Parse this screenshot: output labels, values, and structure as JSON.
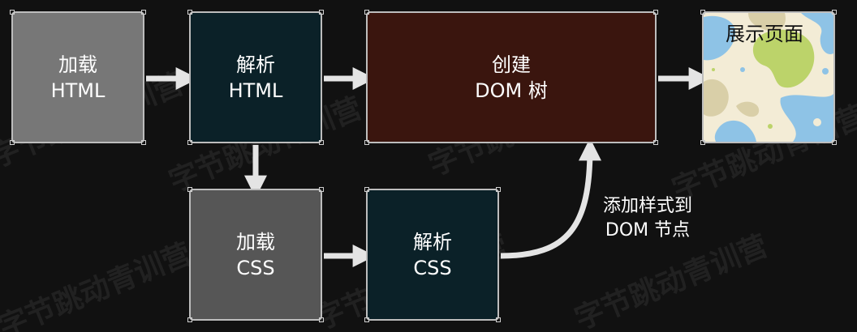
{
  "nodes": {
    "load_html": {
      "line1": "加载",
      "line2": "HTML"
    },
    "parse_html": {
      "line1": "解析",
      "line2": "HTML"
    },
    "create_dom": {
      "line1": "创建",
      "line2": "DOM 树"
    },
    "display_page": {
      "line1": "展示页面"
    },
    "load_css": {
      "line1": "加载",
      "line2": "CSS"
    },
    "parse_css": {
      "line1": "解析",
      "line2": "CSS"
    }
  },
  "edge_label": {
    "line1": "添加样式到",
    "line2": "DOM 节点"
  },
  "watermark": "字节跳动青训营",
  "colors": {
    "background": "#111111",
    "arrow": "#e4e4e4",
    "load_html": "#777777",
    "parse_html": "#0b2128",
    "create_dom": "#3a150e",
    "load_css": "#565656",
    "parse_css": "#0b2128",
    "display_bg": "#f3ecd6"
  }
}
